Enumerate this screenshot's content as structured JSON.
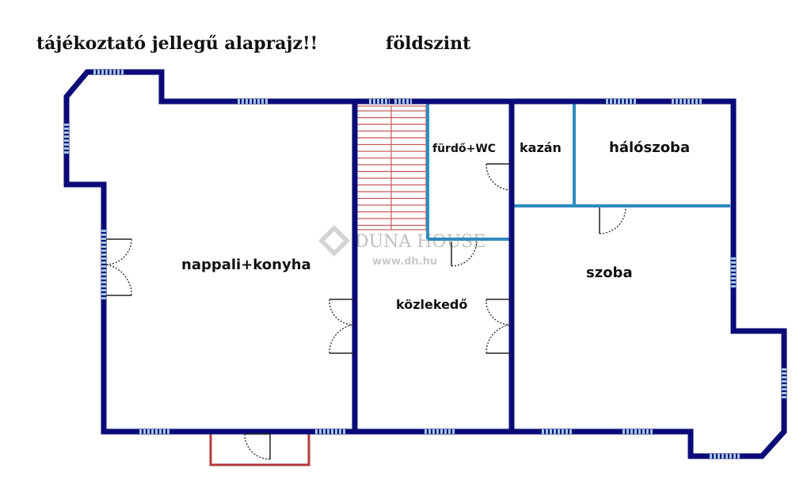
{
  "header": {
    "note": "tájékoztató jellegű alaprajz!!",
    "level": "földszint"
  },
  "rooms": {
    "living_kitchen": "nappali+konyha",
    "bathroom": "fürdő+WC",
    "boiler": "kazán",
    "bedroom": "hálószoba",
    "room": "szoba",
    "hallway": "közlekedő"
  },
  "watermark": {
    "brand": "DUNA HOUSE",
    "url": "www.dh.hu"
  },
  "colors": {
    "outer_wall": "#0b0b78",
    "inner_wall": "#2f8bc0",
    "window": "#9ec8e6",
    "stairs": "#c55a5a",
    "balcony": "#b23a3a"
  }
}
